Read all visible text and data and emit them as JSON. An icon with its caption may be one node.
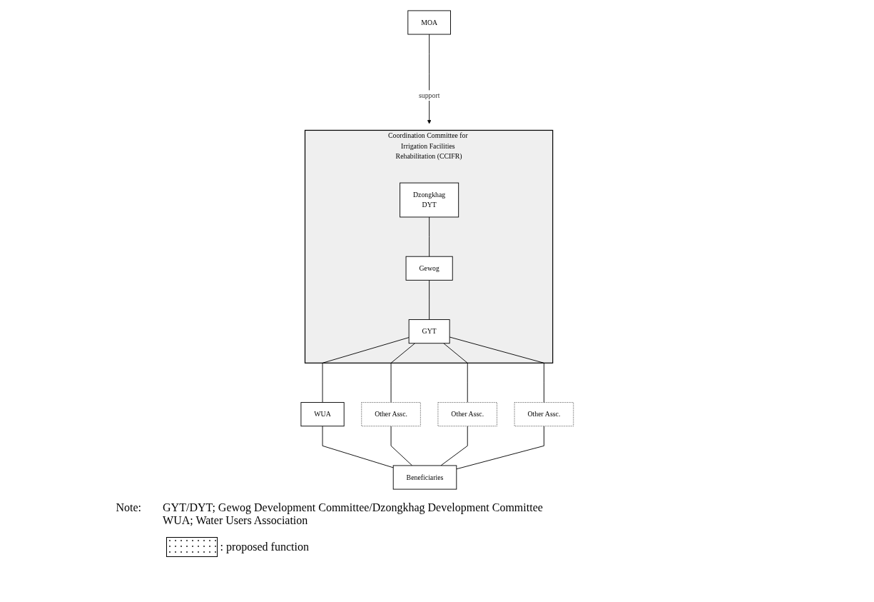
{
  "diagram": {
    "nodes": [
      {
        "text": [
          "Coordination Committee for Irrigation Facilities Rehabilitation (CCIFR)"
        ]
      },
      {
        "text": [
          "MOA"
        ]
      },
      {
        "text": [
          "Dzongkhag",
          "DYT"
        ],
        "in": 0
      },
      {
        "text": [
          "Gewog"
        ],
        "in": 0
      },
      {
        "text": [
          "GYT"
        ],
        "in": 0
      },
      {
        "text": [
          "WUA"
        ]
      },
      {
        "text": [
          "Other Assc."
        ]
      },
      {
        "text": [
          "Other Assc."
        ]
      },
      {
        "text": [
          "Other Assc."
        ]
      },
      {
        "text": [
          "Beneficiaries"
        ]
      }
    ],
    "edges": [
      {
        "from": 1,
        "to": 0,
        "arrow": "to",
        "label": "support"
      },
      {
        "from": 2,
        "to": 3,
        "arrow": "none"
      },
      {
        "from": 3,
        "to": 4,
        "arrow": "none"
      },
      {
        "from": 4,
        "to": 5,
        "arrow": "none"
      },
      {
        "from": 4,
        "to": 6,
        "arrow": "none"
      },
      {
        "from": 4,
        "to": 7,
        "arrow": "none"
      },
      {
        "from": 4,
        "to": 8,
        "arrow": "none"
      },
      {
        "from": 5,
        "to": 9,
        "arrow": "none"
      },
      {
        "from": 6,
        "to": 9,
        "arrow": "none"
      },
      {
        "from": 7,
        "to": 9,
        "arrow": "none"
      },
      {
        "from": 8,
        "to": 9,
        "arrow": "none"
      }
    ],
    "labels": [
      "Note:",
      "GYT/DYT; Gewog Development Committee/Dzongkhag Development Committee",
      "WUA; Water Users Association"
    ],
    "legend": [
      {
        "text": ": proposed function"
      }
    ]
  }
}
